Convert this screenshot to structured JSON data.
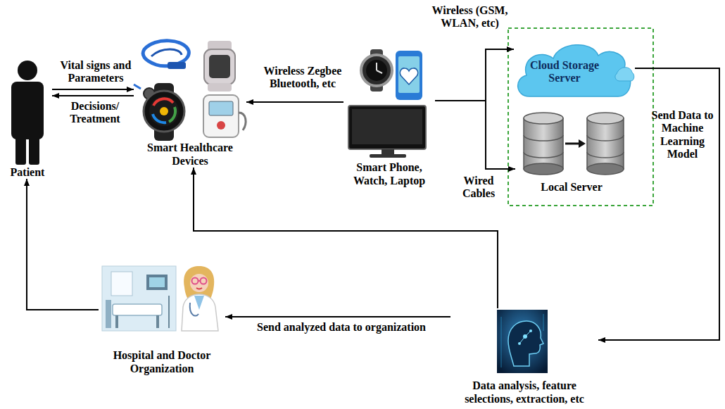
{
  "diagram": {
    "nodes": [
      {
        "text": [
          "Patient"
        ]
      },
      {
        "text": [
          "Smart Healthcare Devices"
        ]
      },
      {
        "text": [
          "Smart Phone, Watch, Laptop"
        ]
      },
      {
        "text": [
          "Cloud Storage Server"
        ]
      },
      {
        "text": [
          "Local Server"
        ]
      },
      {
        "text": [
          "Hospital and Doctor Organization"
        ]
      },
      {
        "text": [
          "Data analysis, feature selections, extraction, etc"
        ]
      }
    ],
    "edges": [
      {
        "from": 0,
        "to": 1,
        "arrow": "to",
        "label": "Vital signs and Parameters"
      },
      {
        "from": 1,
        "to": 0,
        "arrow": "to",
        "label": "Decisions/ Treatment"
      },
      {
        "from": 2,
        "to": 1,
        "arrow": "to",
        "label": "Wireless Zegbee Bluetooth, etc"
      },
      {
        "from": 2,
        "to": 3,
        "arrow": "to",
        "label": "Wireless (GSM, WLAN, etc)"
      },
      {
        "from": 2,
        "to": 4,
        "arrow": "to",
        "label": "Wired Cables"
      },
      {
        "from": 3,
        "to": 6,
        "arrow": "to",
        "label": "Send Data to Machine Learning Model"
      },
      {
        "from": 6,
        "to": 1,
        "arrow": "to"
      },
      {
        "from": 6,
        "to": 5,
        "arrow": "to",
        "label": "Send analyzed data to organization"
      },
      {
        "from": 5,
        "to": 0,
        "arrow": "to"
      }
    ]
  }
}
